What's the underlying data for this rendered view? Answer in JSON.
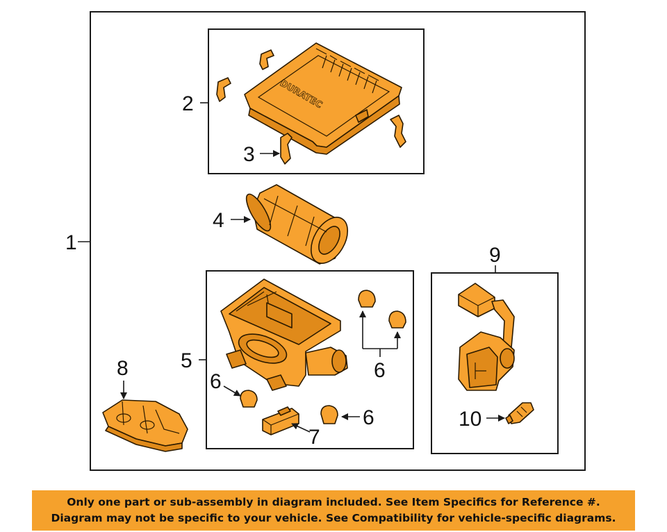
{
  "diagram": {
    "callouts": {
      "c1": "1",
      "c2": "2",
      "c3": "3",
      "c4": "4",
      "c5": "5",
      "c6a": "6",
      "c6b": "6",
      "c6c": "6",
      "c7": "7",
      "c8": "8",
      "c9": "9",
      "c10": "10"
    },
    "cover_text": "DURATEC",
    "part_color": "#f7a230",
    "part_shade": "#e08a1a"
  },
  "notice": {
    "line1": "Only one part or sub-assembly in diagram included. See Item Specifics for Reference #.",
    "line2": "Diagram may not be specific to your vehicle. See Compatibility for vehicle-specific diagrams.",
    "background": "#f5a12c"
  }
}
